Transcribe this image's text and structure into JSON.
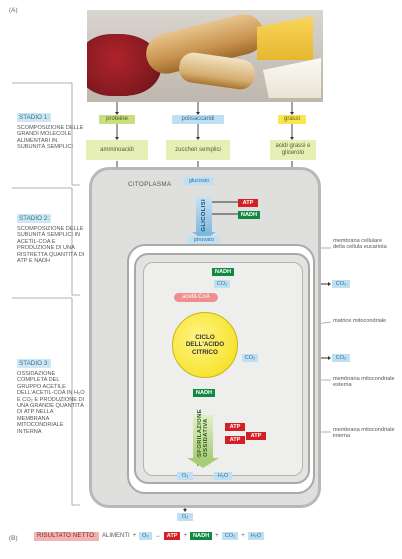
{
  "panels": {
    "a": "(A)",
    "b": "(B)"
  },
  "stages": [
    {
      "title": "STADIO 1:",
      "body": "SCOMPOSIZIONE DELLE GRANDI MOLECOLE ALIMENTARI IN SUBUNITÀ SEMPLICI"
    },
    {
      "title": "STADIO 2:",
      "body": "SCOMPOSIZIONE DELLE SUBUNITÀ SEMPLICI IN ACETIL-CoA E PRODUZIONE DI UNA RISTRETTA QUANTITÀ DI ATP E NADH"
    },
    {
      "title": "STADIO 3:",
      "body": "OSSIDAZIONE COMPLETA DEL GRUPPO ACETILE DELL'ACETIL-CoA IN H₂O E CO₂ E PRODUZIONE DI UNA GRANDE QUANTITÀ DI ATP NELLA MEMBRANA MITOCONDRIALE INTERNA"
    }
  ],
  "nutrients": {
    "proteins": "proteine",
    "polysaccharides": "polisaccaridi",
    "fats": "grassi"
  },
  "products": {
    "amino_acids": "amminoacidi",
    "simple_sugars": "zuccheri semplici",
    "fatty_acids": "acidi grassi e glicerolo"
  },
  "cell": {
    "cytoplasm": "CITOPLASMA",
    "glucose": "glucosio",
    "glycolysis": "GLICOLISI",
    "pyruvate": "piruvato",
    "acetyl_coa": "acetil-CoA",
    "cycle_lines": [
      "CICLO",
      "DELL'ACIDO",
      "CITRICO"
    ],
    "ox_phos": "FOSFORILAZIONE OSSIDATIVA",
    "atp": "ATP",
    "nadh": "NADH",
    "co2": "CO₂",
    "o2": "O₂",
    "h2o": "H₂O"
  },
  "annotations": {
    "cell_membrane": "membrana cellulare della cellula eucariota",
    "matrix": "matrice mitocondriale",
    "outer_membrane": "membrana mitocondriale esterna",
    "inner_membrane": "membrana mitocondriale interna"
  },
  "result": {
    "label": "RISULTATO NETTO:",
    "foods": "ALIMENTI",
    "o2": "O₂",
    "atp": "ATP",
    "nadh": "NADH",
    "co2": "CO₂",
    "h2o": "H₂O",
    "plus": "+",
    "arrow": "→"
  },
  "colors": {
    "atp": "#d51f26",
    "nadh": "#108a42",
    "blue_tag": "#bfe0f3",
    "green_tag": "#c9de7d",
    "yellow_tag": "#f7e64c",
    "acetyl": "#ee8f8c",
    "cycle": "#f7e432"
  }
}
